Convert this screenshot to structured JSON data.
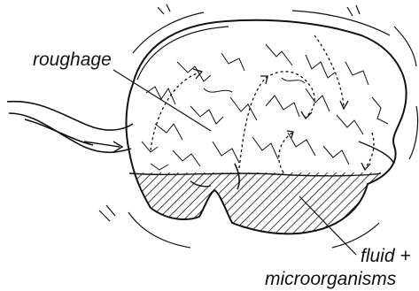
{
  "diagram": {
    "labels": {
      "roughage": "roughage",
      "fluid_line1": "fluid +",
      "fluid_line2": "microorganisms"
    },
    "colors": {
      "ink": "#111111",
      "background": "#ffffff"
    }
  }
}
